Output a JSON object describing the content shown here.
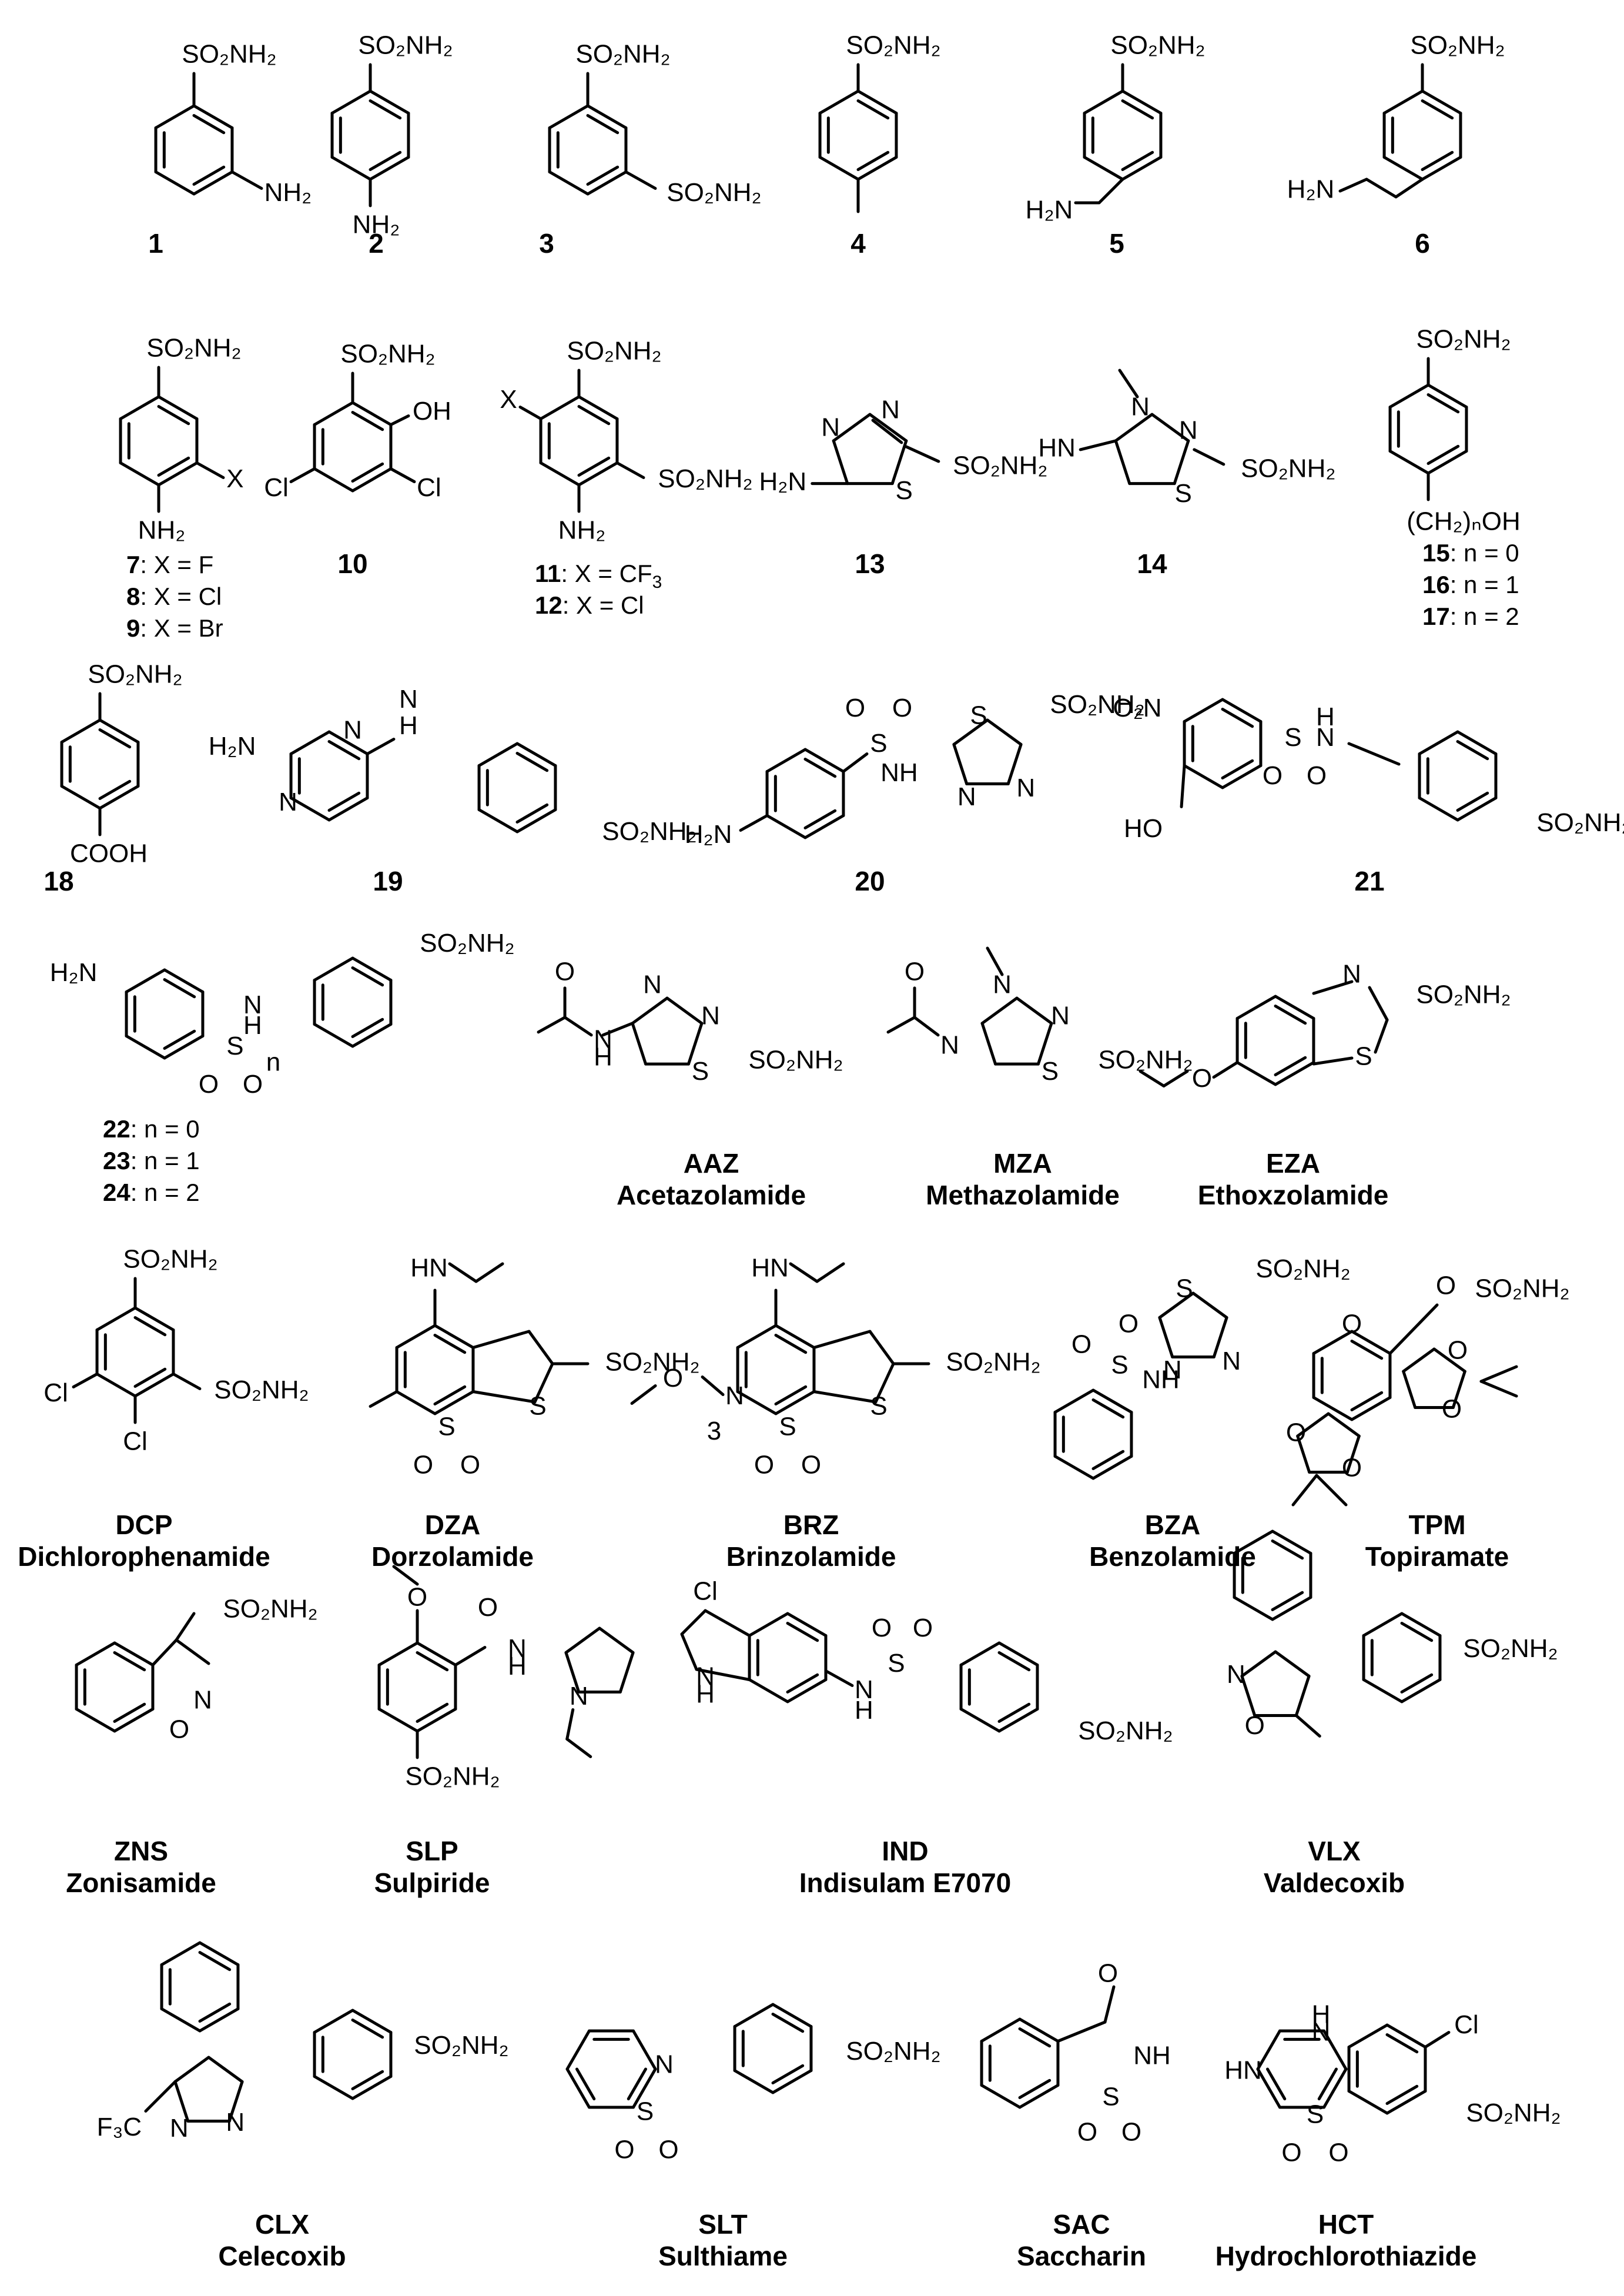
{
  "compounds": [
    {
      "id": "c1",
      "label": "1"
    },
    {
      "id": "c2",
      "label": "2"
    },
    {
      "id": "c3",
      "label": "3"
    },
    {
      "id": "c4",
      "label": "4"
    },
    {
      "id": "c5",
      "label": "5"
    },
    {
      "id": "c6",
      "label": "6"
    },
    {
      "id": "c7",
      "label": "",
      "variants": [
        {
          "num": "7",
          "text": ": X = F"
        },
        {
          "num": "8",
          "text": ": X = Cl"
        },
        {
          "num": "9",
          "text": ": X = Br"
        }
      ]
    },
    {
      "id": "c10",
      "label": "10"
    },
    {
      "id": "c11",
      "label": "",
      "variants": [
        {
          "num": "11",
          "text": ": X = CF"
        },
        {
          "num": "12",
          "text": ": X = Cl"
        }
      ]
    },
    {
      "id": "c13",
      "label": "13"
    },
    {
      "id": "c14",
      "label": "14"
    },
    {
      "id": "c15",
      "label": "",
      "variants": [
        {
          "num": "15",
          "text": ": n = 0"
        },
        {
          "num": "16",
          "text": ": n = 1"
        },
        {
          "num": "17",
          "text": ": n = 2"
        }
      ]
    },
    {
      "id": "c18",
      "label": "18"
    },
    {
      "id": "c19",
      "label": "19"
    },
    {
      "id": "c20",
      "label": "20"
    },
    {
      "id": "c21",
      "label": "21"
    },
    {
      "id": "c22",
      "label": "",
      "variants": [
        {
          "num": "22",
          "text": ": n = 0"
        },
        {
          "num": "23",
          "text": ": n = 1"
        },
        {
          "num": "24",
          "text": ": n = 2"
        }
      ]
    },
    {
      "id": "aaz",
      "label": "AAZ",
      "name": "Acetazolamide"
    },
    {
      "id": "mza",
      "label": "MZA",
      "name": "Methazolamide"
    },
    {
      "id": "eza",
      "label": "EZA",
      "name": "Ethoxzolamide"
    },
    {
      "id": "dcp",
      "label": "DCP",
      "name": "Dichlorophenamide"
    },
    {
      "id": "dza",
      "label": "DZA",
      "name": "Dorzolamide"
    },
    {
      "id": "brz",
      "label": "BRZ",
      "name": "Brinzolamide"
    },
    {
      "id": "bza",
      "label": "BZA",
      "name": "Benzolamide"
    },
    {
      "id": "tpm",
      "label": "TPM",
      "name": "Topiramate"
    },
    {
      "id": "zns",
      "label": "ZNS",
      "name": "Zonisamide"
    },
    {
      "id": "slp",
      "label": "SLP",
      "name": "Sulpiride"
    },
    {
      "id": "ind",
      "label": "IND",
      "name": "Indisulam E7070"
    },
    {
      "id": "vlx",
      "label": "VLX",
      "name": "Valdecoxib"
    },
    {
      "id": "clx",
      "label": "CLX",
      "name": "Celecoxib"
    },
    {
      "id": "slt",
      "label": "SLT",
      "name": "Sulthiame"
    },
    {
      "id": "sac",
      "label": "SAC",
      "name": "Saccharin"
    },
    {
      "id": "hct",
      "label": "HCT",
      "name": "Hydrochlorothiazide"
    }
  ],
  "atom_labels": {
    "sulfonamide": "SO₂NH₂",
    "amine": "NH₂",
    "amine_left": "H₂N",
    "x": "X",
    "oh": "OH",
    "ho": "HO",
    "cl": "Cl",
    "n": "N",
    "s": "S",
    "o": "O",
    "hn": "HN",
    "nh": "NH",
    "h": "H",
    "ch2noh": "(CH₂)ₙOH",
    "cooh": "COOH",
    "no2": "O₂N",
    "subscript_n": "n",
    "subscript_3": "3",
    "f3c": "F₃C"
  }
}
